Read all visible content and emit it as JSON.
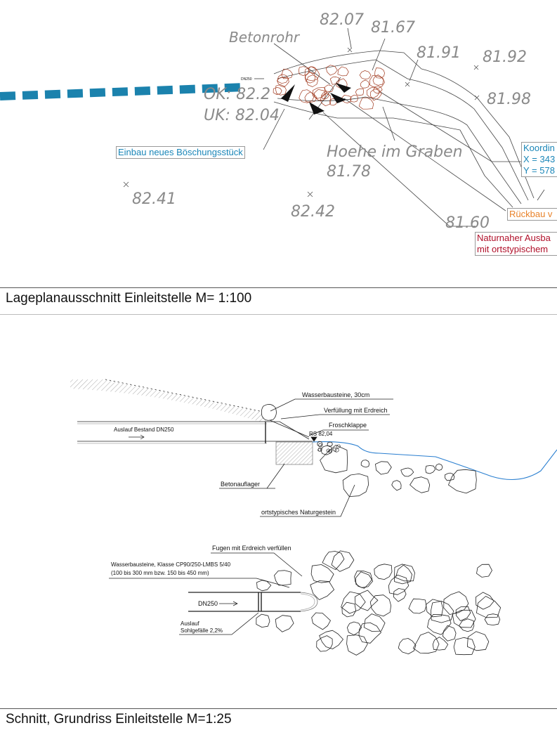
{
  "plan": {
    "elevations": {
      "e1": "82.07",
      "e2": "81.67",
      "e3": "81.91",
      "e4": "81.92",
      "e5": "81.98",
      "e6": "82.41",
      "e7": "82.42",
      "e8": "81.60",
      "e9": "81.78"
    },
    "betonrohr": "Betonrohr",
    "ok": "OK: 82.2",
    "uk": "UK: 82.04",
    "hoehe": "Hoehe im Graben",
    "dn": "DN250",
    "einbau": "Einbau neues Böschungsstück",
    "koord": [
      "Koordin",
      "X = 343",
      "Y = 578"
    ],
    "rueckbau": "Rückbau v",
    "naturnah": [
      "Naturnaher Ausba",
      "mit ortstypischem"
    ],
    "caption": "Lageplanausschnitt Einleitstelle M= 1:100"
  },
  "section": {
    "wasserbausteine": "Wasserbausteine, 30cm",
    "verfuellung": "Verfüllung mit Erdreich",
    "froschklappe": "Froschklappe",
    "rs": "RS 82,04",
    "auslauf": "Auslauf  Bestand DN250",
    "betonauflager": "Betonauflager",
    "naturgestein": "ortstypisches Naturgestein"
  },
  "grundriss": {
    "fugen": "Fugen mit Erdreich verfüllen",
    "wb1": "Wasserbausteine, Klasse CP90/250-LMBS 5/40",
    "wb2": "(100 bis 300 mm bzw. 150 bis 450 mm)",
    "dn": "DN250",
    "auslauf1": "Auslauf",
    "auslauf2": "Sohlgefälle 2,2%",
    "caption": "Schnitt, Grundriss Einleitstelle M=1:25"
  },
  "colors": {
    "pipe_blue": "#1b82ad",
    "label_blue": "#1a86b8",
    "orange": "#e8822a",
    "red": "#b0102a",
    "water": "#2a7fd0"
  }
}
